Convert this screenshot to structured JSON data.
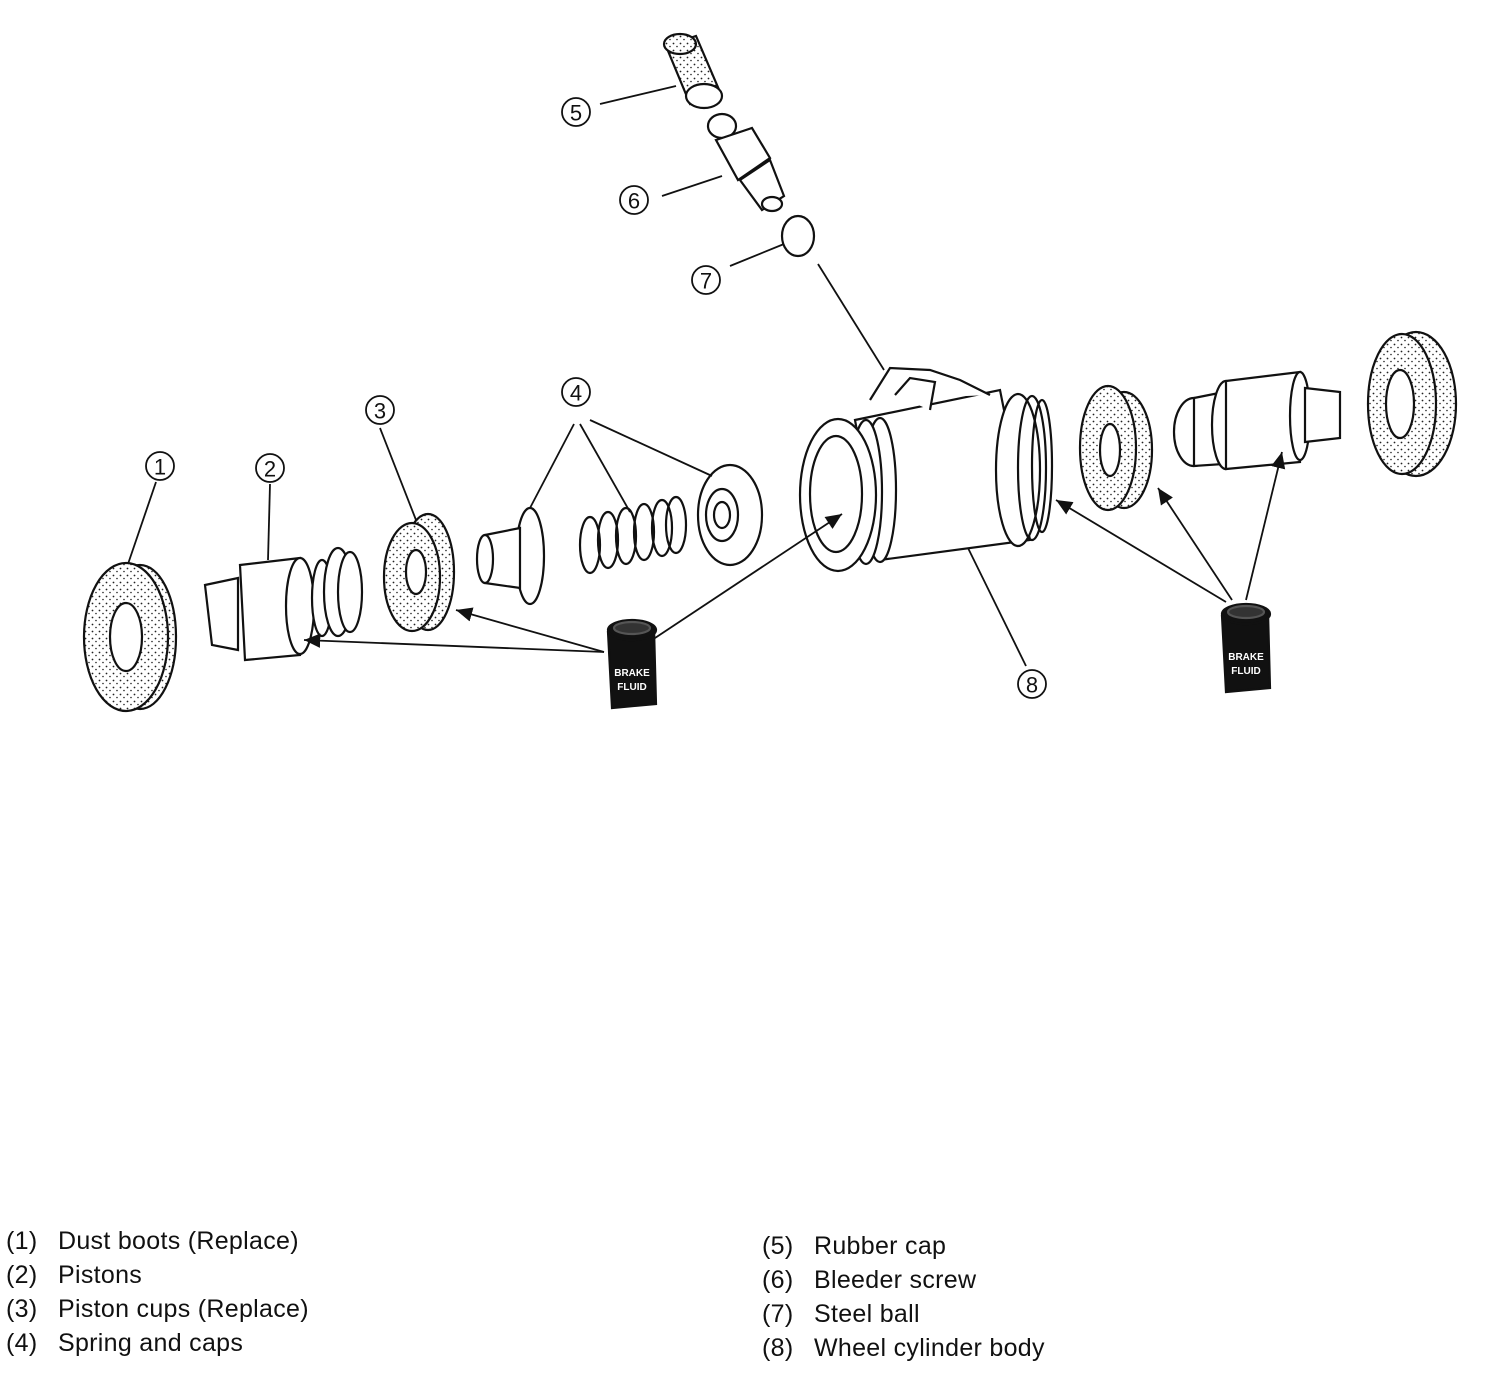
{
  "callouts": [
    "1",
    "2",
    "3",
    "4",
    "5",
    "6",
    "7",
    "8"
  ],
  "brake_fluid_label": [
    "BRAKE",
    "FLUID"
  ],
  "legend": {
    "left": [
      {
        "num": "(1)",
        "text": "Dust boots (Replace)"
      },
      {
        "num": "(2)",
        "text": "Pistons"
      },
      {
        "num": "(3)",
        "text": "Piston cups (Replace)"
      },
      {
        "num": "(4)",
        "text": "Spring and caps"
      }
    ],
    "right": [
      {
        "num": "(5)",
        "text": "Rubber cap"
      },
      {
        "num": "(6)",
        "text": "Bleeder screw"
      },
      {
        "num": "(7)",
        "text": "Steel ball"
      },
      {
        "num": "(8)",
        "text": "Wheel cylinder body"
      }
    ]
  }
}
